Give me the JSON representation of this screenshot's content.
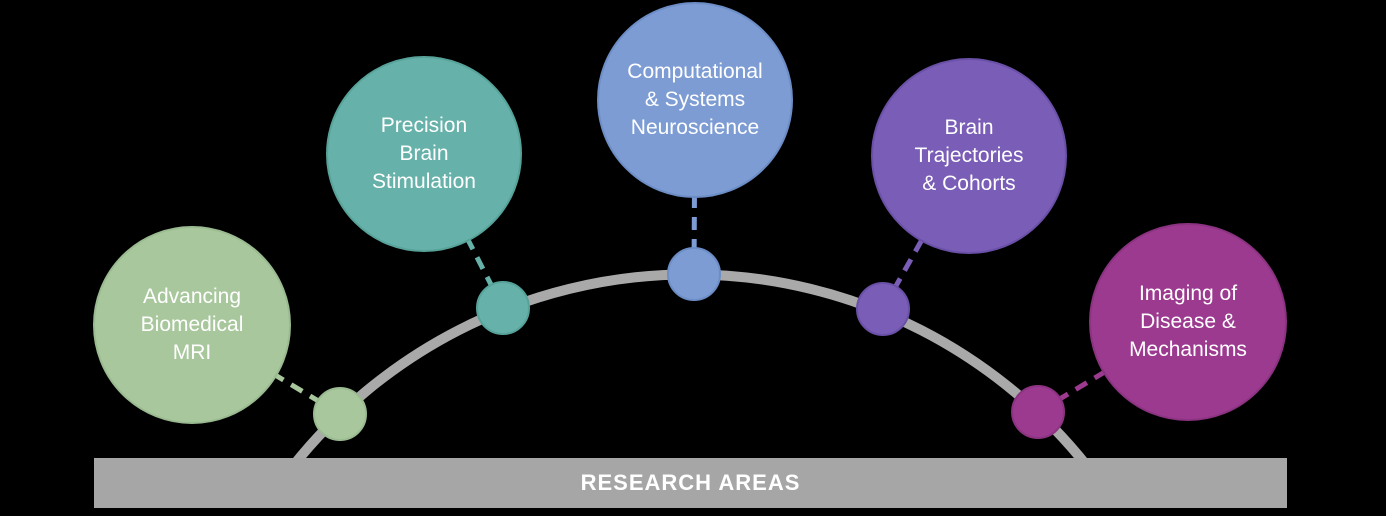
{
  "diagram": {
    "title": "RESEARCH AREAS",
    "background_color": "#000000",
    "arc_color": "#a9a9a9",
    "bar_color": "#a6a6a6",
    "bar_text_color": "#ffffff",
    "label_text_color": "#ffffff",
    "areas": [
      {
        "id": "advancing-biomedical-mri",
        "label": "Advancing\nBiomedical\nMRI",
        "color": "#a8c79d",
        "border_color": "#9aba90"
      },
      {
        "id": "precision-brain-stimulation",
        "label": "Precision\nBrain\nStimulation",
        "color": "#66b1a9",
        "border_color": "#57a39a"
      },
      {
        "id": "computational-systems-neuroscience",
        "label": "Computational\n& Systems\nNeuroscience",
        "color": "#7d9cd3",
        "border_color": "#6c8dc6"
      },
      {
        "id": "brain-trajectories-cohorts",
        "label": "Brain\nTrajectories\n& Cohorts",
        "color": "#7a5db6",
        "border_color": "#6a50a7"
      },
      {
        "id": "imaging-of-disease-mechanisms",
        "label": "Imaging of\nDisease &\nMechanisms",
        "color": "#9c3a90",
        "border_color": "#8b3381"
      }
    ]
  }
}
